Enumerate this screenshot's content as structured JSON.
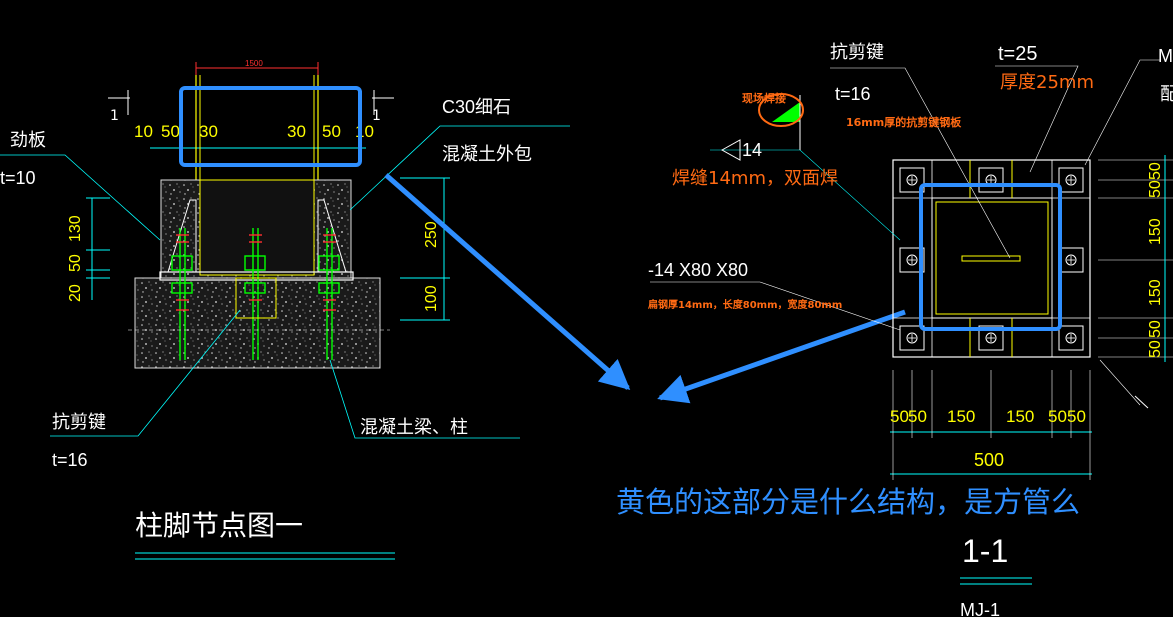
{
  "left": {
    "dim_top": "1500",
    "section_mark": "1",
    "dims_top": [
      "10",
      "50",
      "30",
      "30",
      "50",
      "10"
    ],
    "note_concrete": [
      "C30细石",
      "混凝土外包"
    ],
    "stiffener": [
      "劲板",
      "t=10"
    ],
    "dims_left": [
      "130",
      "50",
      "20"
    ],
    "dims_right": [
      "250",
      "100"
    ],
    "shear_key": [
      "抗剪键",
      "t=16"
    ],
    "beam_column": "混凝土梁、柱",
    "title": "柱脚节点图一"
  },
  "right": {
    "shear_key": [
      "抗剪键",
      "t=16"
    ],
    "thickness": "t=25",
    "thickness_note": "厚度25mm",
    "field_weld": "现场焊接",
    "plate_note": "16mm厚的抗剪键钢板",
    "weld_size": "14",
    "weld_note": "焊缝14mm，双面焊",
    "plate_spec": "-14 X80 X80",
    "plate_spec_note": "扁钢厚14mm，长度80mm，宽度80mm",
    "top_right_label": [
      "M",
      "配"
    ],
    "dims_bottom": [
      "50",
      "50",
      "150",
      "150",
      "50",
      "50"
    ],
    "dims_total": "500",
    "dims_right": [
      "50",
      "50",
      "150",
      "150",
      "50",
      "50"
    ],
    "section_title": "1-1",
    "drawing_no": "MJ-1"
  },
  "question": "黄色的这部分是什么结构，是方管么",
  "colors": {
    "yellow": "#ffff00",
    "green": "#00ff00",
    "cyan": "#00ffff",
    "orange": "#ff6a13",
    "highlight": "#2f8fff",
    "white": "#ffffff",
    "red": "#ff3030"
  }
}
